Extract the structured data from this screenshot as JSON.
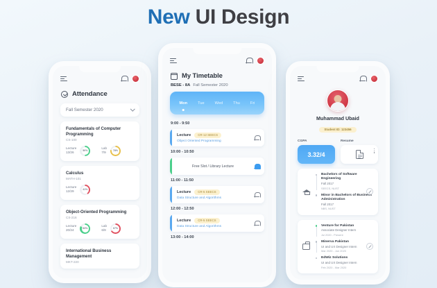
{
  "title": {
    "accent": "New",
    "rest": " UI Design"
  },
  "colors": {
    "background": "#eaf2f8",
    "accent_blue": "#4fa8f4",
    "title_accent": "#1f6fb5",
    "title_dark": "#3f3f44",
    "green": "#4bcf8b",
    "amber": "#e8c04a",
    "red": "#e0505f",
    "badge_bg": "#fbf0cf",
    "badge_text": "#a3893d"
  },
  "attendance_screen": {
    "appbar": {
      "menu_icon": "menu-icon",
      "bell_icon": "bell-icon",
      "avatar": "user-avatar"
    },
    "section_title": "Attendance",
    "section_icon": "check-circle-icon",
    "semester_dropdown": {
      "value": "Fall Semester 2020",
      "chevron_icon": "chevron-down-icon"
    },
    "courses": [
      {
        "name": "Fundamentals of Computer Programming",
        "code": "CS-100",
        "metrics": [
          {
            "label": "Lecture",
            "value": "13/26",
            "pct": "50%",
            "pct_num": 50,
            "color": "#4bcf8b"
          },
          {
            "label": "Lab",
            "value": "7/9",
            "pct": "78%",
            "pct_num": 78,
            "color": "#e8c04a"
          }
        ]
      },
      {
        "name": "Calculus",
        "code": "MATH-101",
        "metrics": [
          {
            "label": "Lecture",
            "value": "12/29",
            "pct": "41%",
            "pct_num": 41,
            "color": "#e0505f"
          }
        ]
      },
      {
        "name": "Object-Oriented Programming",
        "code": "CS-216",
        "metrics": [
          {
            "label": "Lecture",
            "value": "20/24",
            "pct": "83%",
            "pct_num": 83,
            "color": "#4bcf8b"
          },
          {
            "label": "Lab",
            "value": "6/9",
            "pct": "67%",
            "pct_num": 67,
            "color": "#e0505f"
          }
        ]
      },
      {
        "name": "International Business Management",
        "code": "MKT-220",
        "metrics": []
      }
    ]
  },
  "timetable_screen": {
    "appbar": {
      "menu_icon": "menu-icon",
      "bell_icon": "bell-icon",
      "avatar": "user-avatar"
    },
    "section_title": "My Timetable",
    "section_icon": "calendar-icon",
    "class_code": "BESE - 8A",
    "semester": "Fall Semester 2020",
    "days": [
      {
        "label": "Mon",
        "active": true
      },
      {
        "label": "Tue",
        "active": false
      },
      {
        "label": "Wed",
        "active": false
      },
      {
        "label": "Thu",
        "active": false
      },
      {
        "label": "Fri",
        "active": false
      }
    ],
    "slots": [
      {
        "time": "9:00 - 9:50",
        "type": "Lecture",
        "room": "CR-12 SEECS",
        "subject": "Object Oriented Programming",
        "bar": "blue",
        "bell_on": false
      },
      {
        "time": "10:00 - 10:50",
        "free_text": "Free Slot / Library Lecture",
        "bar": "green",
        "bell_on": true
      },
      {
        "time": "11:00 - 11:50",
        "type": "Lecture",
        "room": "CR-5 SEECS",
        "subject": "Data Structure and Algorithms",
        "bar": "blue",
        "bell_on": false
      },
      {
        "time": "12:00 - 12:50",
        "type": "Lecture",
        "room": "CR-5 SEECS",
        "subject": "Data Structure and Algorithms",
        "bar": "blue",
        "bell_on": false
      },
      {
        "time": "13:00 - 14:00"
      }
    ]
  },
  "profile_screen": {
    "appbar": {
      "menu_icon": "menu-icon",
      "bell_icon": "bell-icon",
      "avatar": "user-avatar"
    },
    "name": "Muhammad Ubaid",
    "student_id_badge": "Student ID: 123456",
    "cgpa_label": "CGPA",
    "cgpa_value": "3.32/4",
    "resume_label": "Resume",
    "resume_icon": "document-icon",
    "kebab_icon": "more-vertical-icon",
    "education_icon": "graduation-cap-icon",
    "education": [
      {
        "title": "Bachelors of Software Engineering",
        "sub": "Fall 2017",
        "meta": "SEECS, NUST",
        "active": false
      },
      {
        "title": "Minor in Bachelors of Business Administration",
        "sub": "Fall 2017",
        "meta": "NBS, NUST",
        "active": false
      }
    ],
    "experience_icon": "briefcase-icon",
    "experience": [
      {
        "title": "Venture for Pakistan",
        "sub": "Associate Designer Intern",
        "meta": "Jul 2020 - Present",
        "active": true
      },
      {
        "title": "Minerva Pakistan",
        "sub": "UI and UX Designer Intern",
        "meta": "Mar 2020 - Jun 2020",
        "active": false
      },
      {
        "title": "EdWiz Solutions",
        "sub": "UI and UX Designer Intern",
        "meta": "Feb 2020 - Mar 2020",
        "active": false
      }
    ],
    "edit_icon": "edit-icon"
  }
}
